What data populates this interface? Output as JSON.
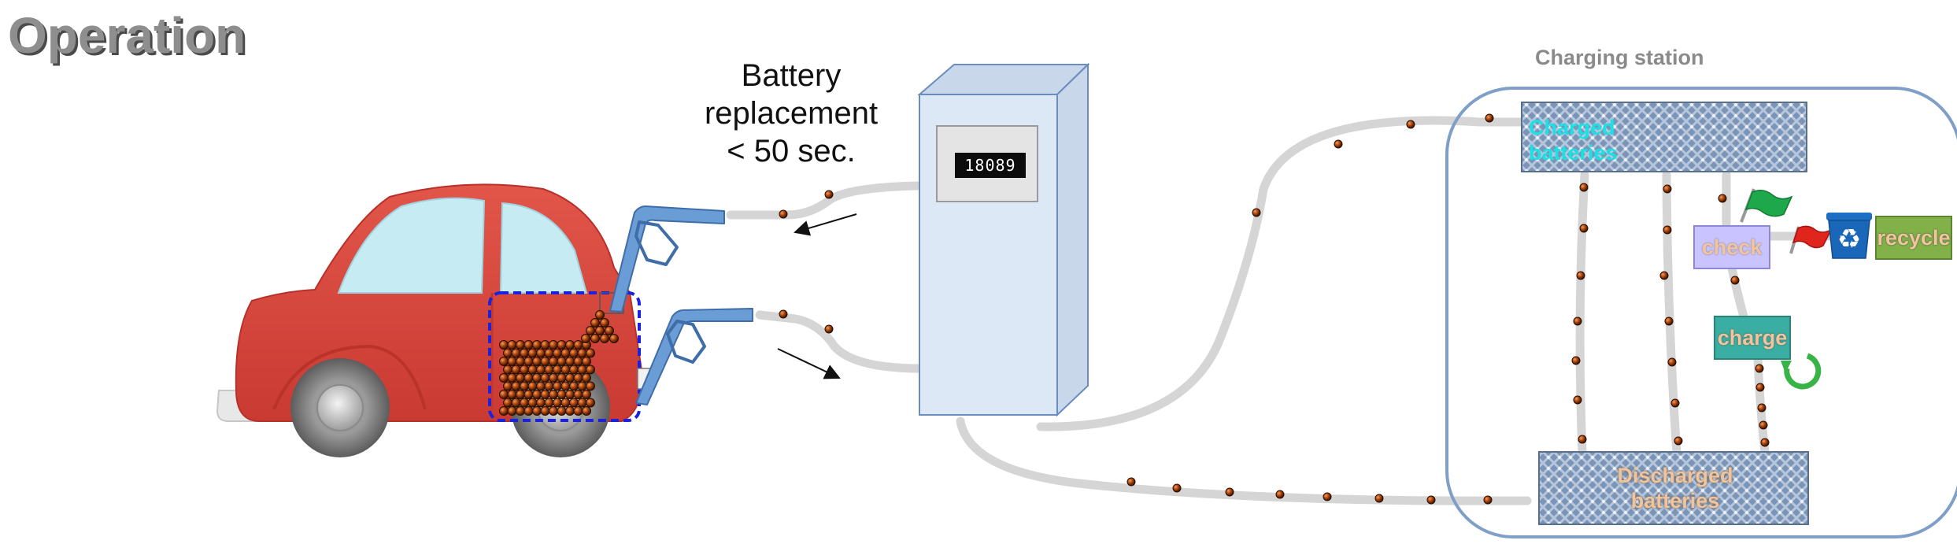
{
  "title": "Operation",
  "headline": {
    "line1": "Battery",
    "line2": "replacement",
    "line3": "< 50 sec."
  },
  "dispenser": {
    "counter": "18089"
  },
  "charging_station": {
    "title": "Charging station",
    "charged_line1": "Charged",
    "charged_line2": "batteries",
    "discharged_line1": "Discharged",
    "discharged_line2": "batteries",
    "check_label": "check",
    "charge_label": "charge",
    "recycle_label": "recycle"
  },
  "icons": {
    "car": "car-icon",
    "pass_flag": "green-flag-icon",
    "fail_flag": "red-flag-icon",
    "recycle_bin": "recycle-bin-icon",
    "charge_cycle": "circular-arrow-icon"
  },
  "colors": {
    "car_body": "#d9473d",
    "car_window": "#c6ebf2",
    "nozzle": "#6a9cd6",
    "dispenser_face": "#dde8f6",
    "station_border": "#7f9fc8",
    "pipe": "#d5d5d5",
    "battery_cell": "#8a3208",
    "battery_outline": "#1a22dd",
    "check_box": "#c9c3ff",
    "charge_box": "#3aaea2",
    "recycle_box": "#82b14a",
    "charged_text": "#17e3e6",
    "title_gray": "#8e8e8e"
  }
}
